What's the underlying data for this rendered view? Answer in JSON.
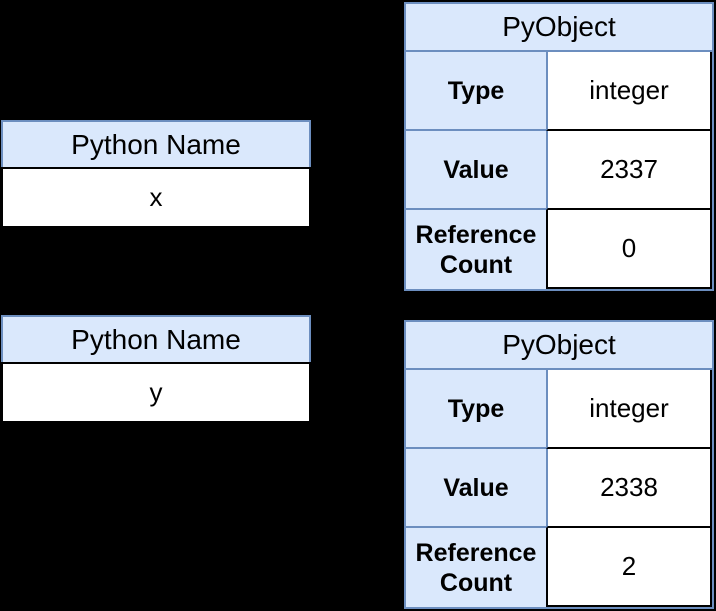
{
  "colors": {
    "background": "#000000",
    "cell_fill": "#dae8fc",
    "cell_border": "#6c8ebf",
    "value_fill": "#ffffff",
    "value_border": "#000000",
    "text": "#000000"
  },
  "name_boxes": [
    {
      "title": "Python Name",
      "value": "x"
    },
    {
      "title": "Python Name",
      "value": "y"
    }
  ],
  "pyobjects": [
    {
      "title": "PyObject",
      "rows": [
        {
          "label": "Type",
          "value": "integer"
        },
        {
          "label": "Value",
          "value": "2337"
        },
        {
          "label": "Reference Count",
          "value": "0"
        }
      ]
    },
    {
      "title": "PyObject",
      "rows": [
        {
          "label": "Type",
          "value": "integer"
        },
        {
          "label": "Value",
          "value": "2338"
        },
        {
          "label": "Reference Count",
          "value": "2"
        }
      ]
    }
  ]
}
